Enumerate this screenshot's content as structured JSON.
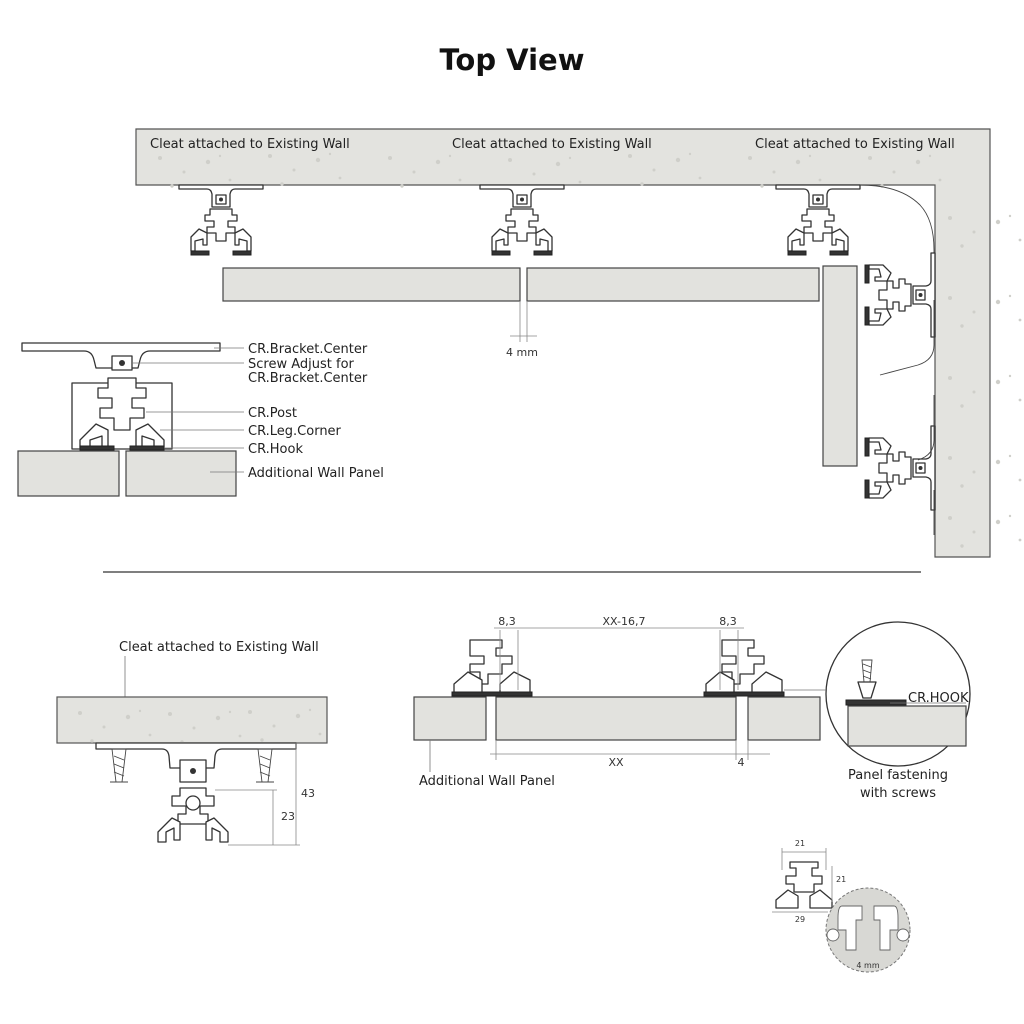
{
  "title": "Top View",
  "top_section": {
    "cleat_labels": [
      "Cleat attached to Existing Wall",
      "Cleat attached to Existing Wall",
      "Cleat attached to Existing Wall"
    ],
    "gap_label": "4 mm"
  },
  "detail_callouts": {
    "bracket_center": "CR.Bracket.Center",
    "screw_adjust_line1": "Screw Adjust for",
    "screw_adjust_line2": "CR.Bracket.Center",
    "post": "CR.Post",
    "leg_corner": "CR.Leg.Corner",
    "hook": "CR.Hook",
    "additional_wall_panel": "Additional Wall Panel"
  },
  "bottom_left": {
    "cleat_label": "Cleat attached to Existing Wall",
    "dim_outer": "43",
    "dim_inner": "23"
  },
  "bottom_middle": {
    "dim_left": "8,3",
    "dim_center": "XX-16,7",
    "dim_right": "8,3",
    "dim_bottom": "XX",
    "dim_gap": "4",
    "panel_label": "Additional Wall Panel"
  },
  "bottom_right": {
    "hook_label": "CR.HOOK",
    "fastening_line1": "Panel fastening",
    "fastening_line2": "with screws"
  },
  "profile_detail": {
    "dim_top": "21",
    "dim_side": "21",
    "dim_bottom": "29",
    "gap": "4 mm"
  }
}
